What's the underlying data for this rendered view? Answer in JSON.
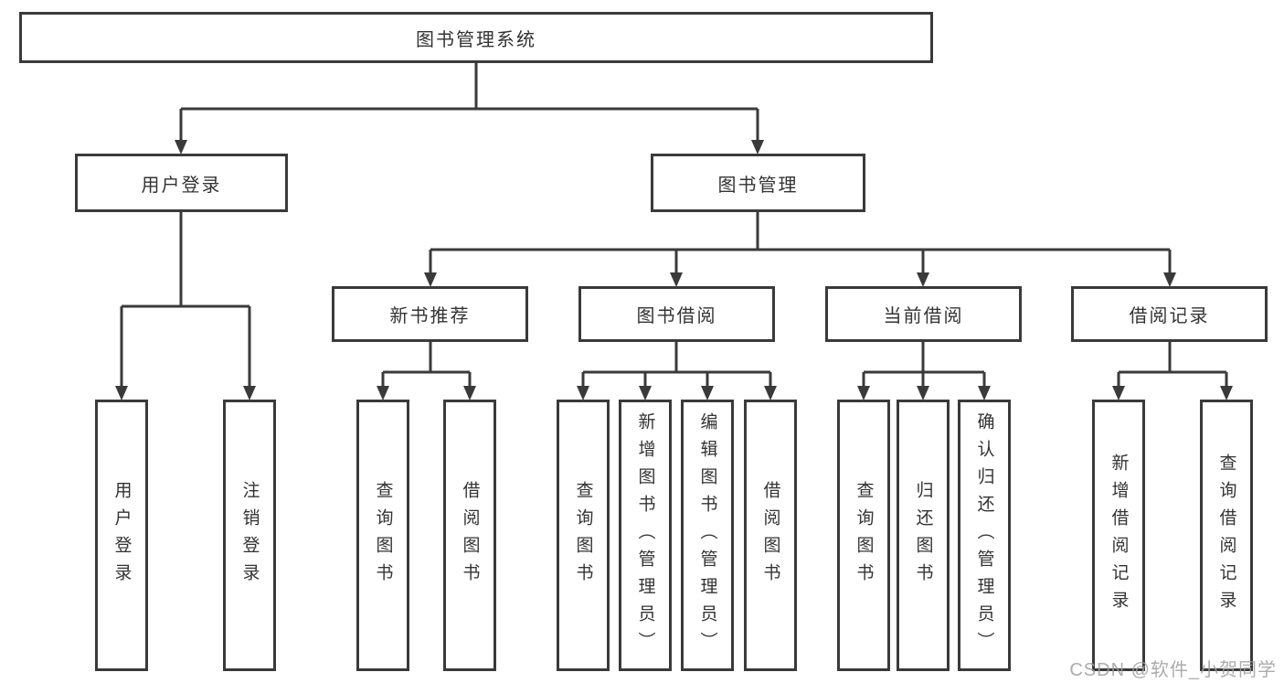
{
  "tree": {
    "root": {
      "label": "图书管理系统",
      "children": [
        {
          "label": "用户登录",
          "children": [
            {
              "label": "用户登录"
            },
            {
              "label": "注销登录"
            }
          ]
        },
        {
          "label": "图书管理",
          "children": [
            {
              "label": "新书推荐",
              "children": [
                {
                  "label": "查询图书"
                },
                {
                  "label": "借阅图书"
                }
              ]
            },
            {
              "label": "图书借阅",
              "children": [
                {
                  "label": "查询图书"
                },
                {
                  "label": "新增图书（管理员）"
                },
                {
                  "label": "编辑图书（管理员）"
                },
                {
                  "label": "借阅图书"
                }
              ]
            },
            {
              "label": "当前借阅",
              "children": [
                {
                  "label": "查询图书"
                },
                {
                  "label": "归还图书"
                },
                {
                  "label": "确认归还（管理员）"
                }
              ]
            },
            {
              "label": "借阅记录",
              "children": [
                {
                  "label": "新增借阅记录"
                },
                {
                  "label": "查询借阅记录"
                }
              ]
            }
          ]
        }
      ]
    }
  },
  "watermark": {
    "text": "CSDN @软件_小贺同学"
  },
  "colors": {
    "line": "#3a3a3a",
    "box_border": "#3a3a3a",
    "box_background": "#ffffff",
    "text": "#333333",
    "watermark": "#9e9e9e"
  }
}
